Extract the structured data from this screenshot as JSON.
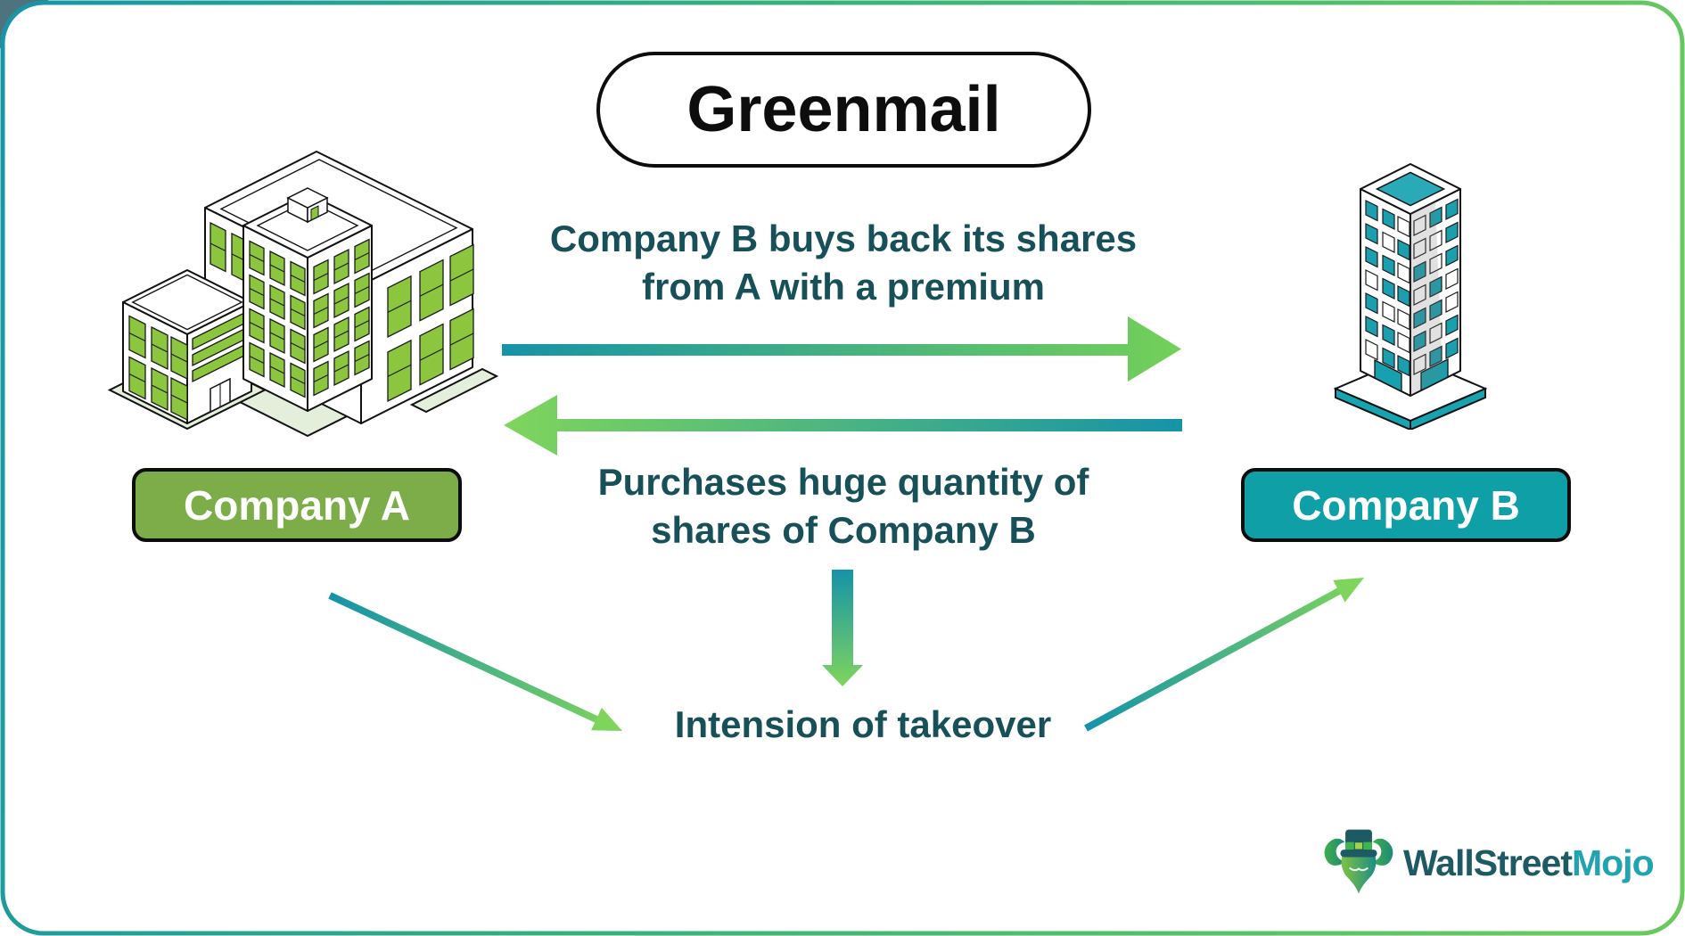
{
  "page": {
    "title": "Greenmail"
  },
  "colors": {
    "teal": "#1593a8",
    "green": "#74d058",
    "dark_teal_text": "#175059",
    "label_a_bg": "#7cad49",
    "label_b_bg": "#0f9fa7",
    "window_green": "#8cc63f",
    "building_b_teal": "#22a5b3",
    "platform_green": "#e3efdb",
    "border_gradient_start": "#1795a8",
    "border_gradient_end": "#6ac85f"
  },
  "nodes": {
    "company_a": {
      "label": "Company A"
    },
    "company_b": {
      "label": "Company B"
    }
  },
  "flows": {
    "buyback": {
      "lines": [
        "Company B buys back its shares",
        "from A with a premium"
      ]
    },
    "purchase": {
      "lines": [
        "Purchases huge quantity of",
        "shares of Company B"
      ]
    },
    "takeover": {
      "label": "Intension of takeover"
    }
  },
  "footer": {
    "brand_primary": "WallStreet",
    "brand_secondary": "Mojo"
  }
}
